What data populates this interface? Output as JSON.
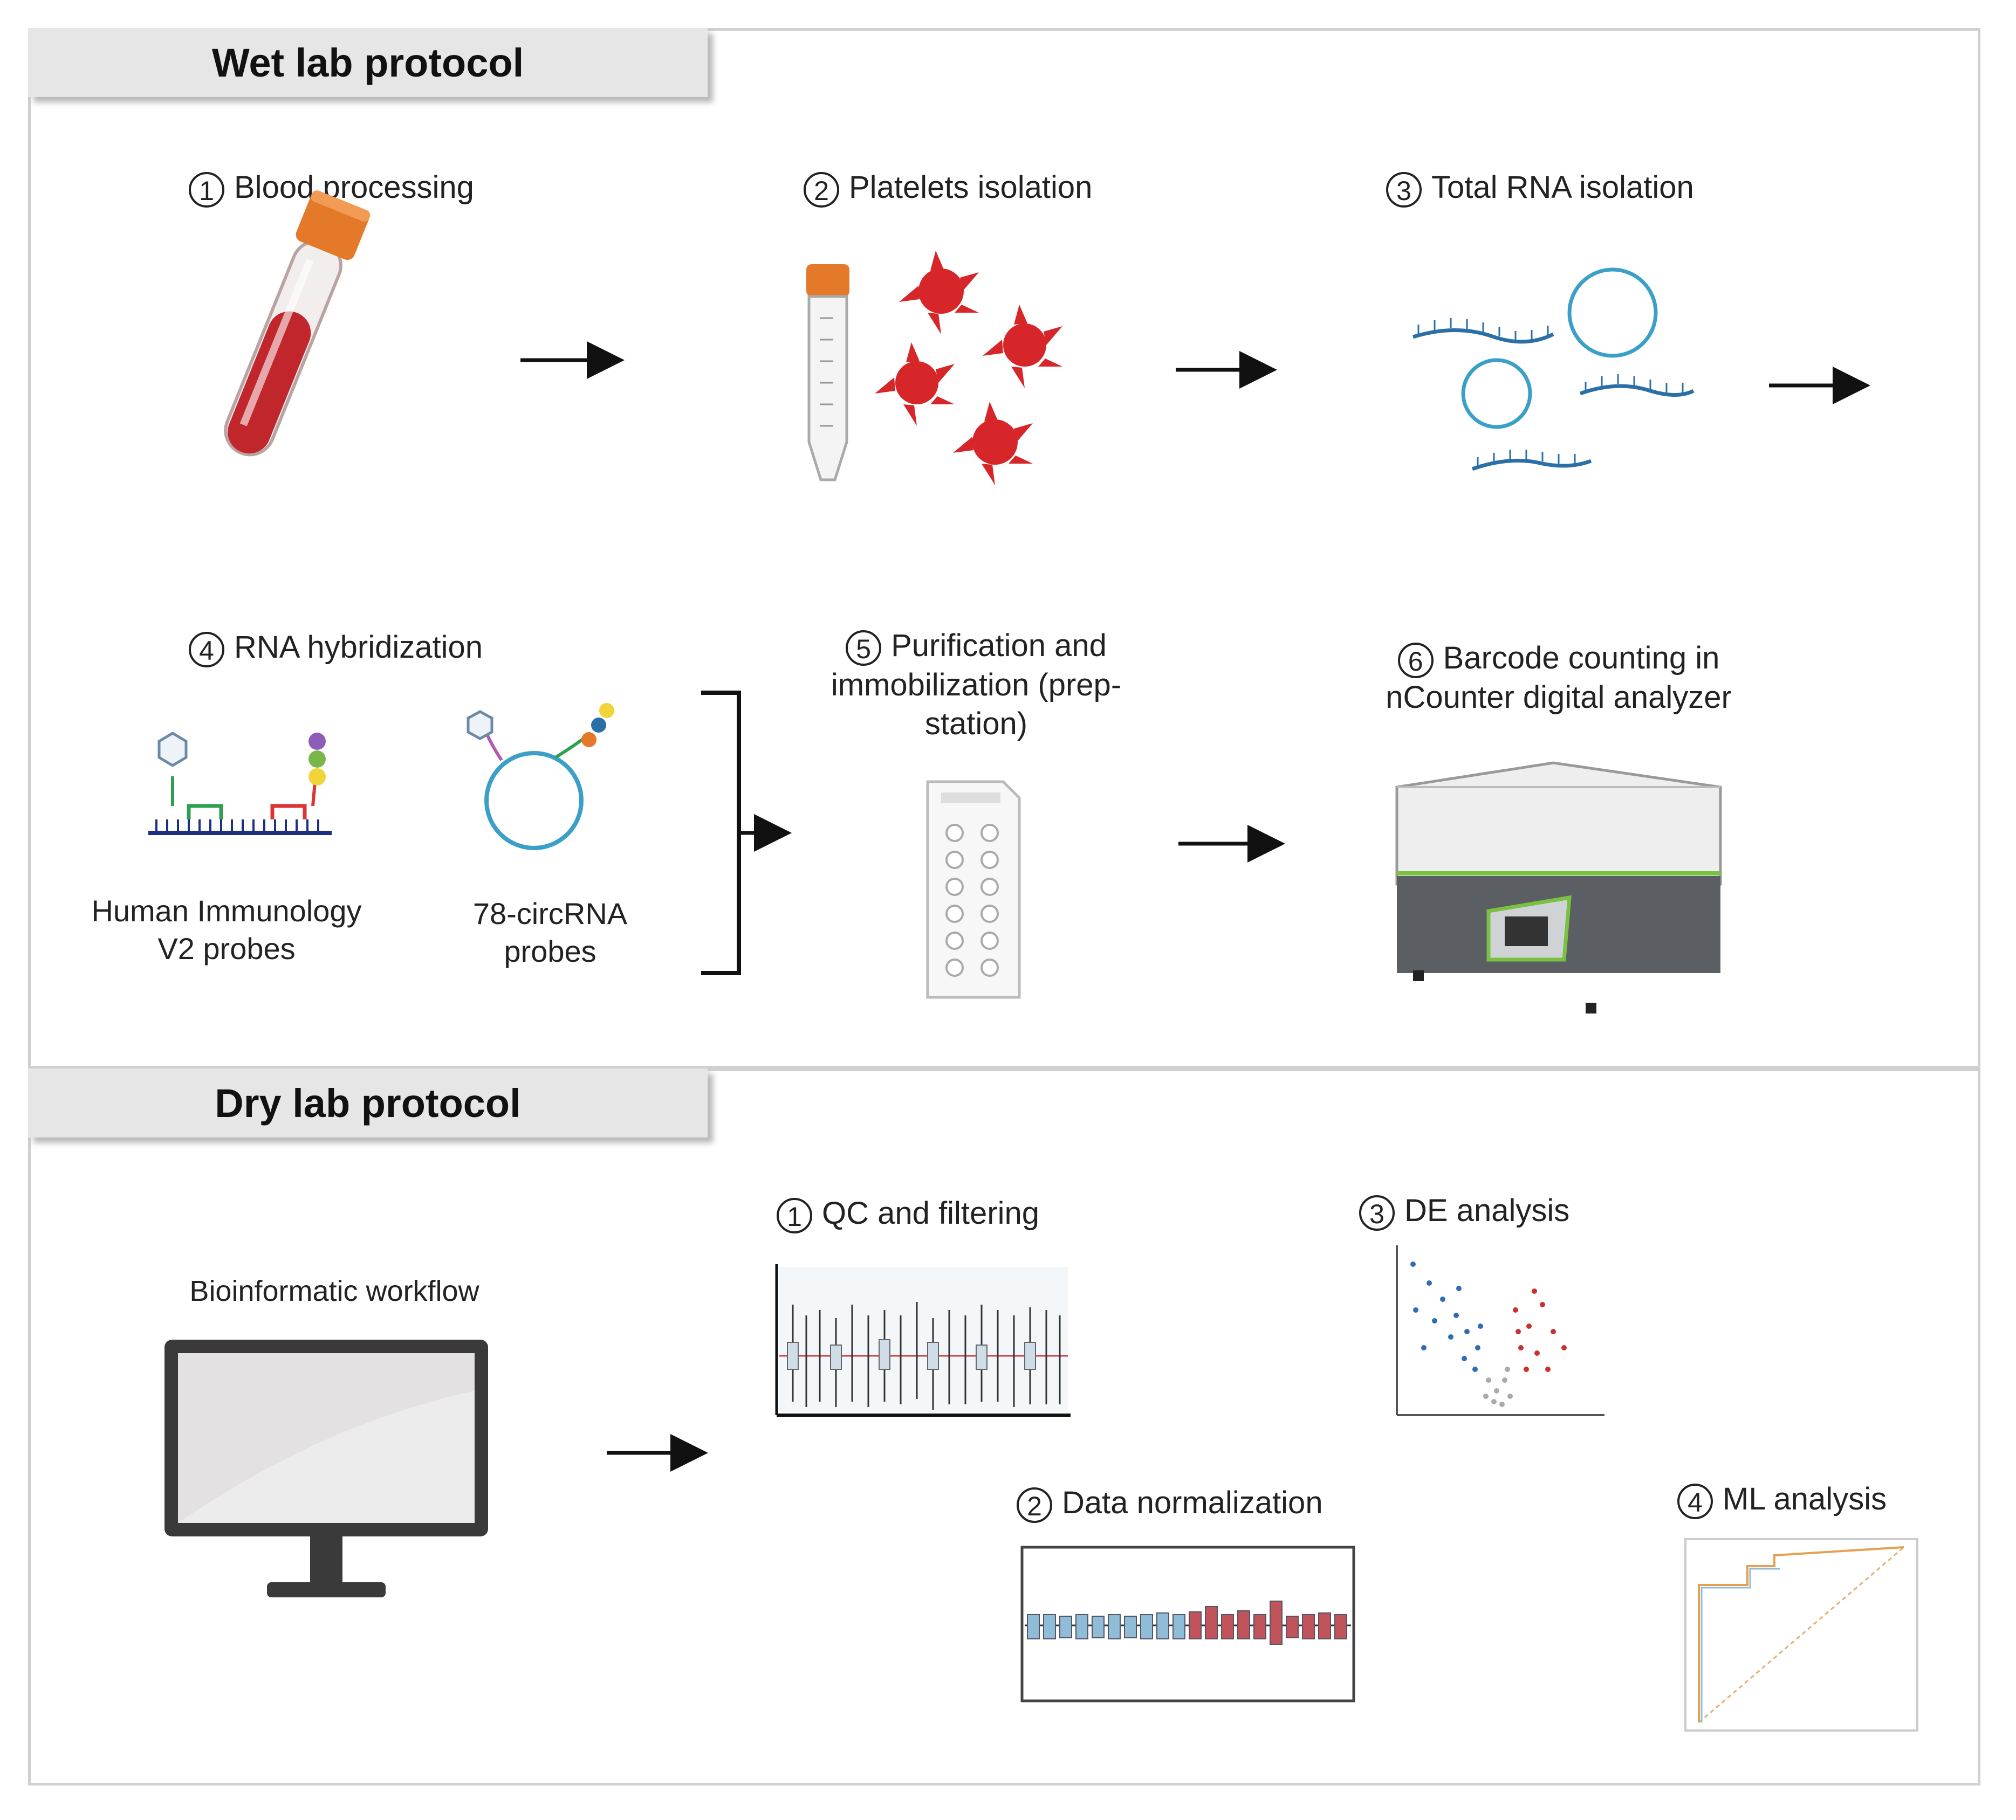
{
  "wet_lab": {
    "title": "Wet lab protocol",
    "steps": [
      {
        "num": "1",
        "label": "Blood processing"
      },
      {
        "num": "2",
        "label": "Platelets  isolation"
      },
      {
        "num": "3",
        "label": "Total  RNA  isolation"
      },
      {
        "num": "4",
        "label": "RNA  hybridization"
      },
      {
        "num": "5",
        "label": "Purification and immobilization (prep-station)"
      },
      {
        "num": "6",
        "label": "Barcode counting in nCounter digital analyzer"
      }
    ],
    "probes": [
      {
        "label": "Human  Immunology V2 probes"
      },
      {
        "label": "78-circRNA probes"
      }
    ]
  },
  "dry_lab": {
    "title": "Dry lab protocol",
    "workflow_label": "Bioinformatic workflow",
    "steps": [
      {
        "num": "1",
        "label": "QC and   filtering"
      },
      {
        "num": "2",
        "label": "Data  normalization"
      },
      {
        "num": "3",
        "label": "DE analysis"
      },
      {
        "num": "4",
        "label": "ML  analysis"
      }
    ]
  },
  "colors": {
    "blood_red": "#c0262b",
    "tube_cap": "#e5792a",
    "platelet": "#d6262a",
    "rna_blue": "#2a6fa5",
    "circ_cyan": "#3aa0c8",
    "box_blue": "#8fbcd6",
    "box_red": "#c0545a",
    "analyzer_green": "#7ac142"
  }
}
